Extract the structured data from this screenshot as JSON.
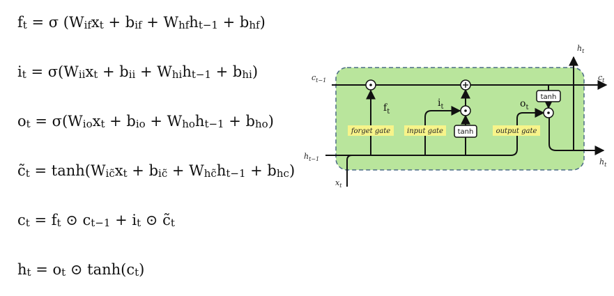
{
  "equations": {
    "forget": {
      "lhs": "f",
      "lhs_sub": "t",
      "body": "= σ (W_if x_t + b_if + W_hf h_t−1 + b_hf)"
    },
    "input": {
      "lhs": "i",
      "lhs_sub": "t",
      "body": "= σ(W_ii x_t + b_ii + W_hi h_t−1 + b_hi)"
    },
    "output": {
      "lhs": "o",
      "lhs_sub": "t",
      "body": "= σ(W_io x_t + b_io + W_ho h_t−1 + b_ho)"
    },
    "candidate": {
      "lhs": "c̃",
      "lhs_sub": "t",
      "body": "= tanh(W_ic̃ x_t + b_ic̃ + W_hc̃ h_t−1 + b_hc)"
    },
    "cell": {
      "lhs": "c",
      "lhs_sub": "t",
      "body": "= f_t ⊙ c_t−1 + i_t ⊙ c̃_t"
    },
    "hidden": {
      "lhs": "h",
      "lhs_sub": "t",
      "body": "= o_t ⊙ tanh(c_t)"
    }
  },
  "diagram": {
    "gates": {
      "forget": "forget gate",
      "input": "input gate",
      "output": "output gate"
    },
    "activations": {
      "tanh_input": "tanh",
      "tanh_output": "tanh"
    },
    "operators": {
      "multiply": "⊙",
      "add": "+"
    },
    "signals": {
      "c_prev": "c",
      "c_prev_sub": "t−1",
      "c_next": "c",
      "c_next_sub": "t",
      "h_prev": "h",
      "h_prev_sub": "t−1",
      "h_next": "h",
      "h_next_sub": "t",
      "h_top": "h",
      "h_top_sub": "t",
      "x": "x",
      "x_sub": "t",
      "f": "f",
      "f_sub": "t",
      "i": "i",
      "i_sub": "t",
      "o": "o",
      "o_sub": "t"
    },
    "colors": {
      "cell_fill": "#b9e59c",
      "cell_border": "#4a6b85",
      "gate_label_bg": "#f7f48a",
      "line": "#111111"
    }
  }
}
